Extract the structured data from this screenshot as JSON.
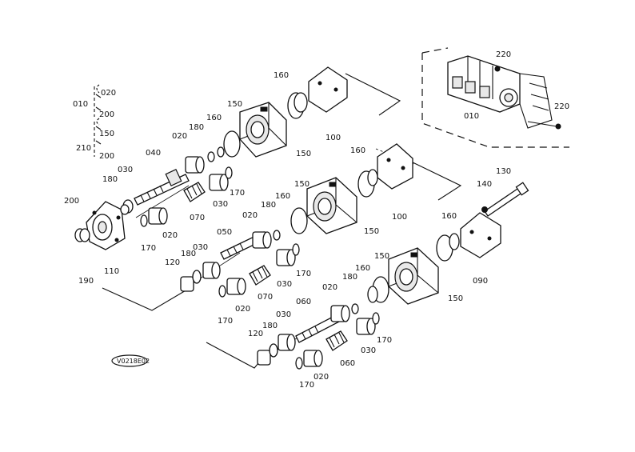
{
  "diagram": {
    "code_label": "V0218E02",
    "group_010": {
      "number": "010",
      "items": [
        "020",
        "200",
        "150",
        "200"
      ],
      "sub_number": "210"
    },
    "inset_labels": [
      "220",
      "010",
      "220"
    ],
    "labels": [
      "160",
      "150",
      "100",
      "150",
      "180",
      "160",
      "020",
      "040",
      "030",
      "180",
      "200",
      "190",
      "110",
      "020",
      "170",
      "070",
      "030",
      "170",
      "160",
      "150",
      "100",
      "160",
      "150",
      "180",
      "020",
      "050",
      "030",
      "180",
      "120",
      "070",
      "030",
      "170",
      "020",
      "170",
      "130",
      "140",
      "160",
      "090",
      "150",
      "150",
      "160",
      "180",
      "020",
      "060",
      "030",
      "180",
      "120",
      "170",
      "020",
      "060",
      "170",
      "030"
    ]
  }
}
